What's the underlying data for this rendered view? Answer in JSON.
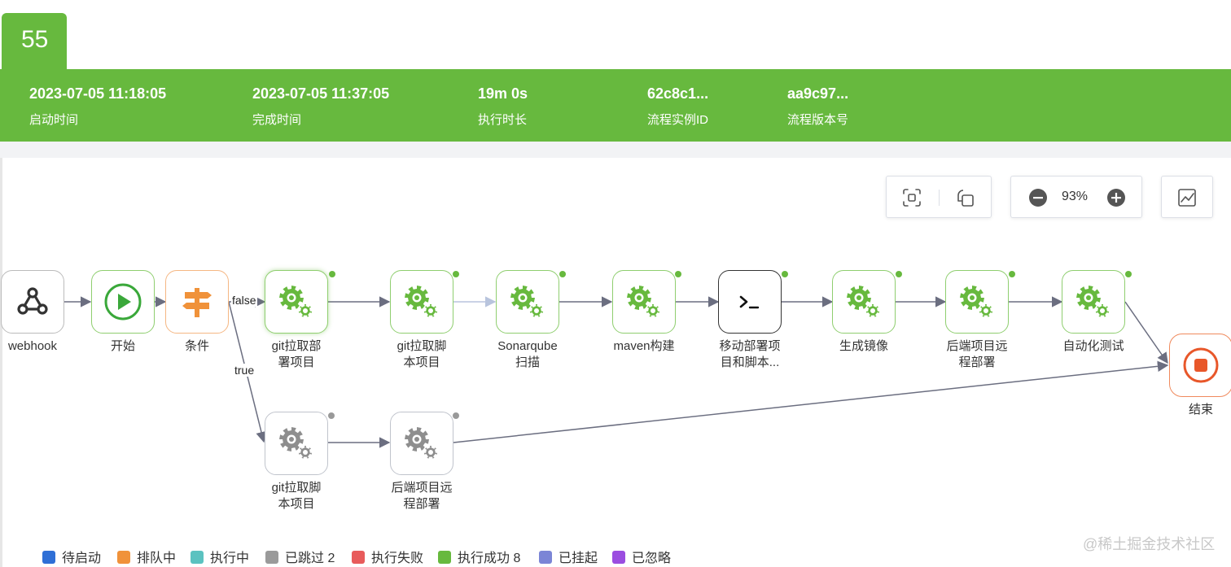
{
  "run": {
    "number": "55"
  },
  "info": [
    {
      "value": "2023-07-05 11:18:05",
      "label": "启动时间"
    },
    {
      "value": "2023-07-05 11:37:05",
      "label": "完成时间"
    },
    {
      "value": "19m 0s",
      "label": "执行时长"
    },
    {
      "value": "62c8c1...",
      "label": "流程实例ID"
    },
    {
      "value": "aa9c97...",
      "label": "流程版本号"
    }
  ],
  "toolbar": {
    "fit_icon": "fit-screen-icon",
    "toggle_icon": "copy-icon",
    "zoom_level": "93%",
    "zoom_out_icon": "minus-circle-icon",
    "zoom_in_icon": "plus-circle-icon",
    "chart_icon": "line-chart-icon"
  },
  "nodes": {
    "webhook": {
      "label": "webhook",
      "icon": "webhook-icon"
    },
    "start": {
      "label": "开始",
      "icon": "play-icon"
    },
    "condition": {
      "label": "条件",
      "icon": "signpost-icon"
    },
    "git_deploy": {
      "label_l1": "git拉取部",
      "label_l2": "署项目",
      "icon": "gear-icon"
    },
    "git_script": {
      "label_l1": "git拉取脚",
      "label_l2": "本项目",
      "icon": "gear-icon"
    },
    "sonar": {
      "label_l1": "Sonarqube",
      "label_l2": "扫描",
      "icon": "gear-icon"
    },
    "maven": {
      "label": "maven构建",
      "icon": "gear-icon"
    },
    "move": {
      "label_l1": "移动部署项",
      "label_l2": "目和脚本...",
      "icon": "terminal-icon"
    },
    "image": {
      "label": "生成镜像",
      "icon": "gear-icon"
    },
    "backend": {
      "label_l1": "后端项目远",
      "label_l2": "程部署",
      "icon": "gear-icon"
    },
    "autotest": {
      "label": "自动化测试",
      "icon": "gear-icon"
    },
    "end": {
      "label": "结束",
      "icon": "stop-icon"
    },
    "skip_git_script": {
      "label_l1": "git拉取脚",
      "label_l2": "本项目",
      "icon": "gear-icon"
    },
    "skip_backend": {
      "label_l1": "后端项目远",
      "label_l2": "程部署",
      "icon": "gear-icon"
    }
  },
  "edges": {
    "false_label": "false",
    "true_label": "true"
  },
  "legend": [
    {
      "label": "待启动",
      "color": "#2f6fd6"
    },
    {
      "label": "排队中",
      "color": "#f0923a"
    },
    {
      "label": "执行中",
      "color": "#5bc2c0"
    },
    {
      "label": "已跳过 2",
      "color": "#9a9a9a"
    },
    {
      "label": "执行失败",
      "color": "#e85b5b"
    },
    {
      "label": "执行成功 8",
      "color": "#67b93e"
    },
    {
      "label": "已挂起",
      "color": "#7b85d6"
    },
    {
      "label": "已忽略",
      "color": "#9b4de0"
    }
  ],
  "watermark": "@稀土掘金技术社区"
}
